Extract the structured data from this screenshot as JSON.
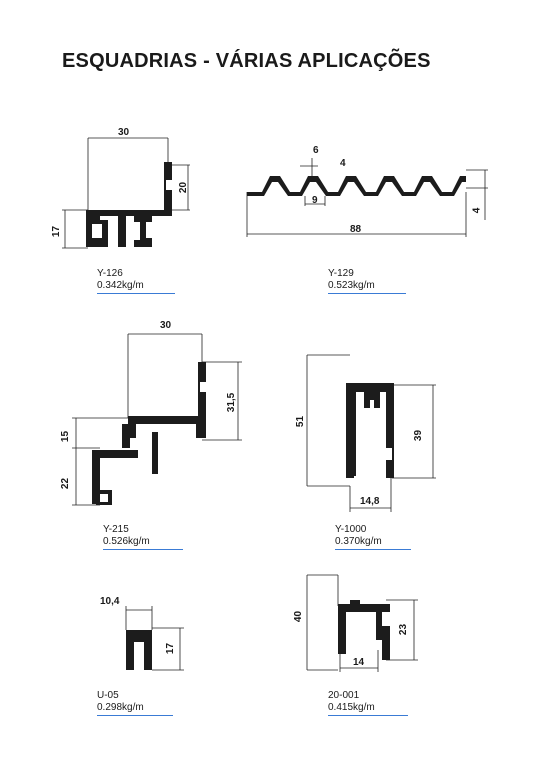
{
  "title": "ESQUADRIAS - VÁRIAS APLICAÇÕES",
  "profiles": [
    {
      "code": "Y-126",
      "weight": "0.342kg/m",
      "dims": [
        "30",
        "20",
        "17"
      ]
    },
    {
      "code": "Y-129",
      "weight": "0.523kg/m",
      "dims": [
        "6",
        "4",
        "9",
        "88",
        "4"
      ]
    },
    {
      "code": "Y-215",
      "weight": "0.526kg/m",
      "dims": [
        "30",
        "31,5",
        "15",
        "22"
      ]
    },
    {
      "code": "Y-1000",
      "weight": "0.370kg/m",
      "dims": [
        "51",
        "39",
        "14,8"
      ]
    },
    {
      "code": "U-05",
      "weight": "0.298kg/m",
      "dims": [
        "10,4",
        "17"
      ]
    },
    {
      "code": "20-001",
      "weight": "0.415kg/m",
      "dims": [
        "40",
        "23",
        "14"
      ]
    }
  ],
  "colors": {
    "profile": "#1c1c1c",
    "underline": "#3a7bd5"
  }
}
